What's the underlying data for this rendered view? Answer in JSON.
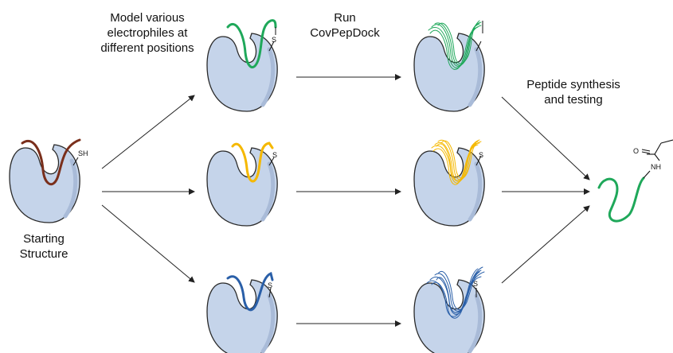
{
  "steps": {
    "model_electrophiles": [
      "Model various",
      "electrophiles at",
      "different positions"
    ],
    "run": [
      "Run",
      "CovPepDock"
    ],
    "synthesis": [
      "Peptide synthesis",
      "and testing"
    ],
    "starting": [
      "Starting",
      "Structure"
    ]
  },
  "atoms": {
    "thiol": "SH",
    "sulfur": "S",
    "oxygen": "O",
    "amide": "NH"
  },
  "colors": {
    "protein_fill": "#c5d4ea",
    "protein_edge": "#2a2a2a",
    "starting_peptide": "#7a2f1c",
    "green_peptide": "#1fa85a",
    "yellow_peptide": "#f5b800",
    "blue_peptide": "#2a5fa8"
  }
}
